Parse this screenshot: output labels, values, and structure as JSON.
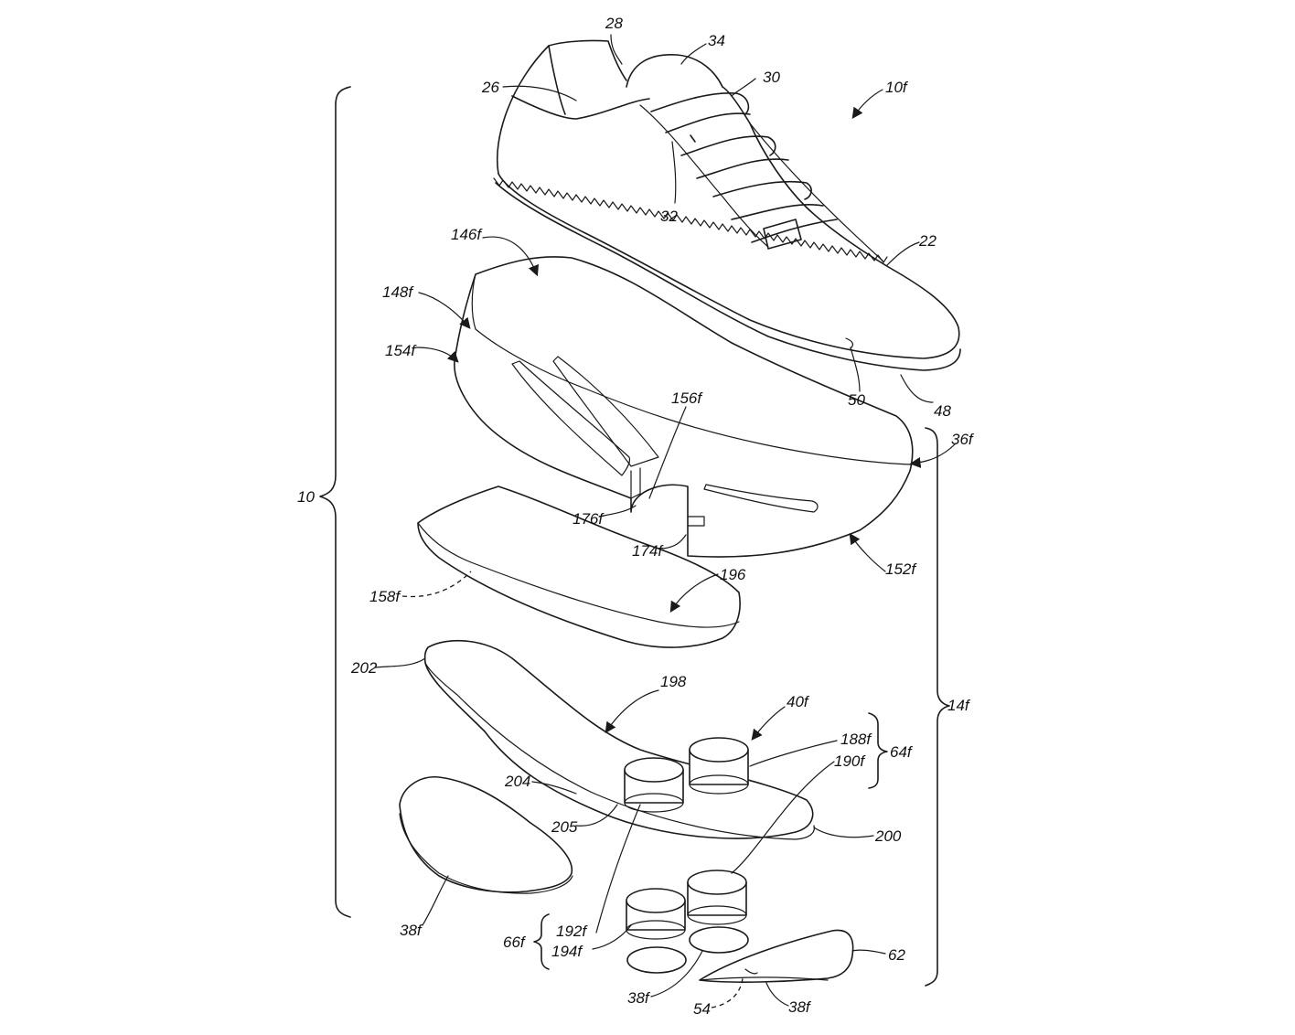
{
  "labels": {
    "l28": "28",
    "l34": "34",
    "l30": "30",
    "l26": "26",
    "l10f": "10f",
    "l32": "32",
    "l22": "22",
    "l146f": "146f",
    "l148f": "148f",
    "l154f": "154f",
    "l50": "50",
    "l48": "48",
    "l156f": "156f",
    "l36f": "36f",
    "l10": "10",
    "l176f": "176f",
    "l174f": "174f",
    "l152f": "152f",
    "l196": "196",
    "l158f": "158f",
    "l202": "202",
    "l198": "198",
    "l40f": "40f",
    "l188f": "188f",
    "l190f": "190f",
    "l64f": "64f",
    "l14f": "14f",
    "l204": "204",
    "l205": "205",
    "l200": "200",
    "l38f_a": "38f",
    "l192f": "192f",
    "l66f": "66f",
    "l194f": "194f",
    "l62": "62",
    "l38f_b": "38f",
    "l54": "54",
    "l38f_c": "38f"
  },
  "colors": {
    "line": "#1a1a1a",
    "background": "#ffffff",
    "stipple": "#333333"
  }
}
